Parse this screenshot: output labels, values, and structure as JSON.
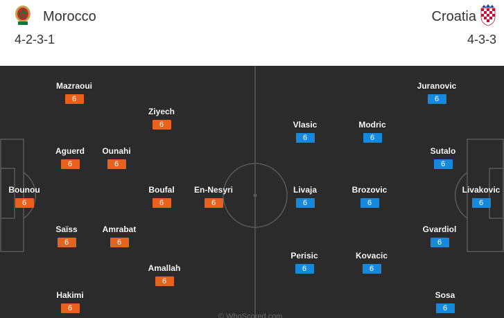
{
  "home": {
    "name": "Morocco",
    "formation": "4-2-3-1",
    "color": "#e8611d",
    "crest_icon": "morocco-crest-icon",
    "players": [
      {
        "name": "Bounou",
        "rating": "6"
      },
      {
        "name": "Mazraoui",
        "rating": "6"
      },
      {
        "name": "Aguerd",
        "rating": "6"
      },
      {
        "name": "Saïss",
        "rating": "6"
      },
      {
        "name": "Hakimi",
        "rating": "6"
      },
      {
        "name": "Ounahi",
        "rating": "6"
      },
      {
        "name": "Amrabat",
        "rating": "6"
      },
      {
        "name": "Ziyech",
        "rating": "6"
      },
      {
        "name": "Boufal",
        "rating": "6"
      },
      {
        "name": "Amallah",
        "rating": "6"
      },
      {
        "name": "En-Nesyri",
        "rating": "6"
      }
    ]
  },
  "away": {
    "name": "Croatia",
    "formation": "4-3-3",
    "color": "#1789dc",
    "crest_icon": "croatia-crest-icon",
    "players": [
      {
        "name": "Livakovic",
        "rating": "6"
      },
      {
        "name": "Juranovic",
        "rating": "6"
      },
      {
        "name": "Sutalo",
        "rating": "6"
      },
      {
        "name": "Gvardiol",
        "rating": "6"
      },
      {
        "name": "Sosa",
        "rating": "6"
      },
      {
        "name": "Modric",
        "rating": "6"
      },
      {
        "name": "Brozovic",
        "rating": "6"
      },
      {
        "name": "Kovacic",
        "rating": "6"
      },
      {
        "name": "Vlasic",
        "rating": "6"
      },
      {
        "name": "Livaja",
        "rating": "6"
      },
      {
        "name": "Perisic",
        "rating": "6"
      }
    ]
  },
  "pitch": {
    "background": "#2b2b2b",
    "line_color": "#5a5a5a"
  },
  "watermark": "© WhoScored.com"
}
